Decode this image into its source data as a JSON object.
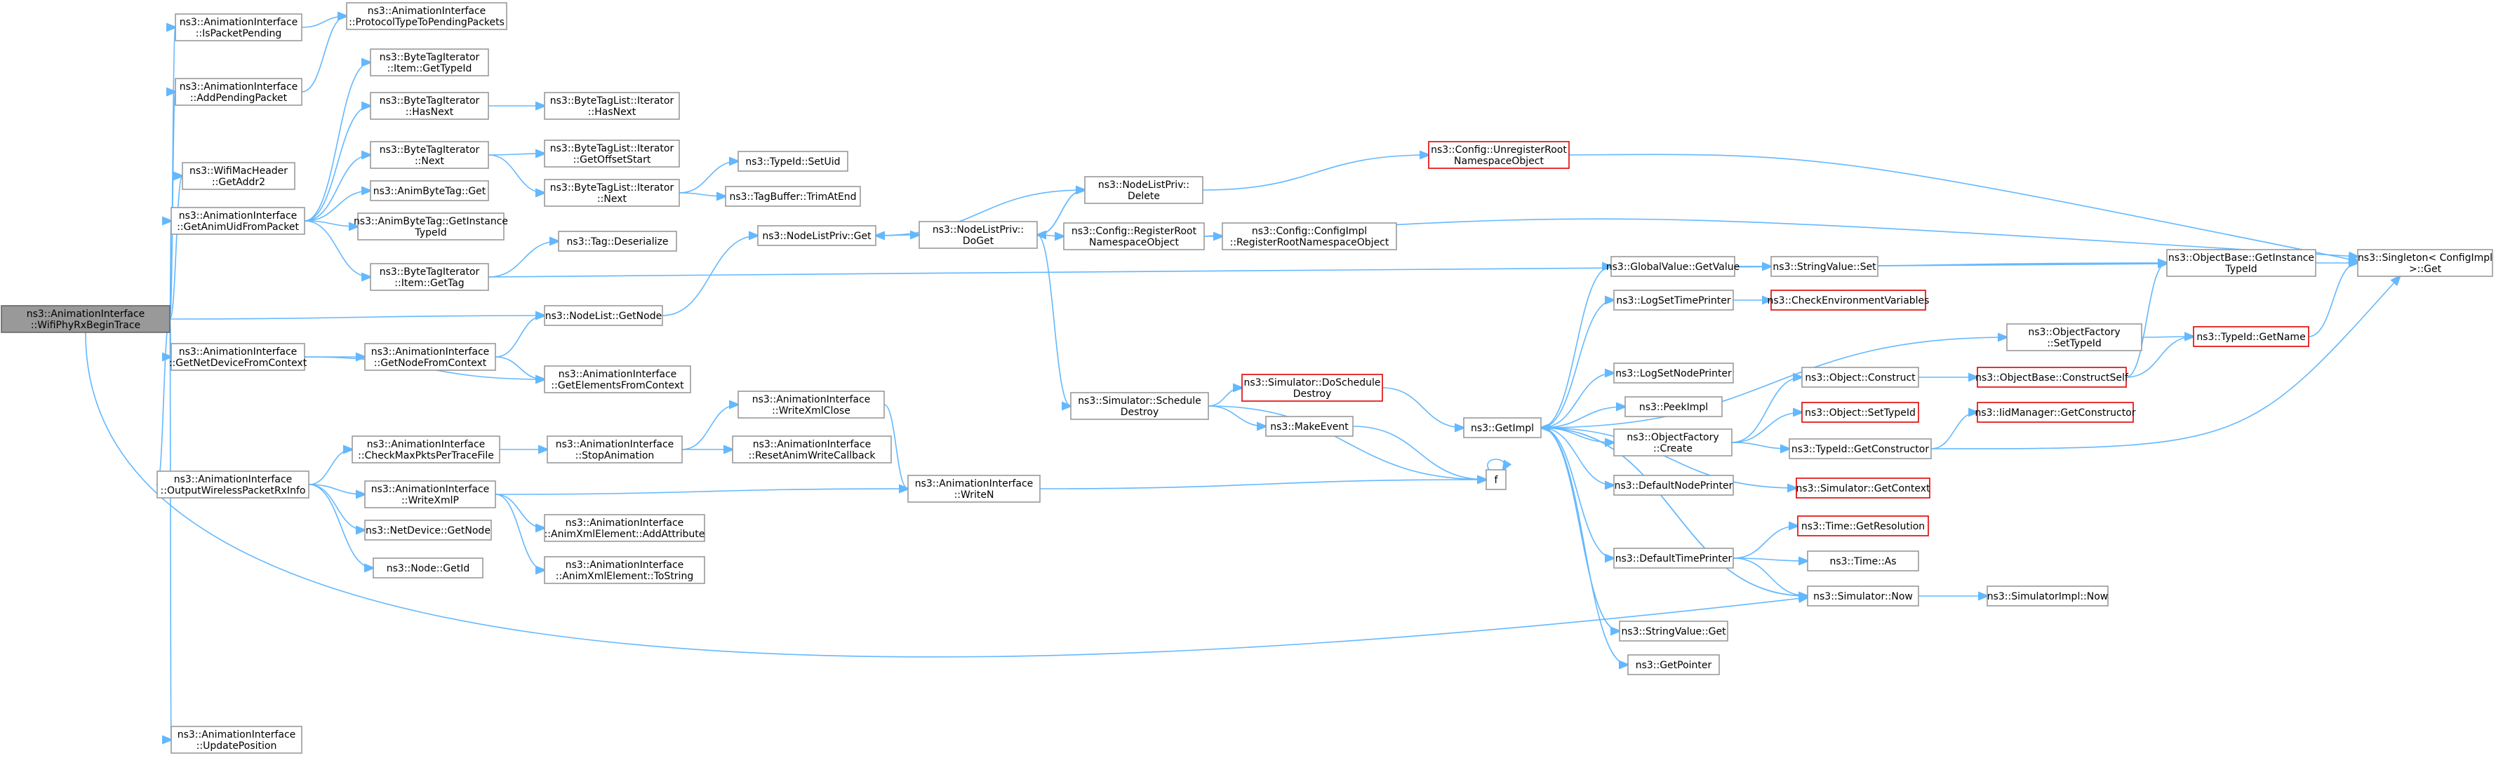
{
  "colors": {
    "edge": "#63b8ff",
    "node_border": "#999999",
    "truncated_border": "#e00000",
    "root_fill": "#999999",
    "node_fill": "#ffffff"
  },
  "nodes": [
    {
      "id": "root",
      "lines": [
        "ns3::AnimationInterface",
        "::WifiPhyRxBeginTrace"
      ],
      "root": true
    },
    {
      "id": "isPacketPending",
      "lines": [
        "ns3::AnimationInterface",
        "::IsPacketPending"
      ]
    },
    {
      "id": "protoPending",
      "lines": [
        "ns3::AnimationInterface",
        "::ProtocolTypeToPendingPackets"
      ]
    },
    {
      "id": "addPending",
      "lines": [
        "ns3::AnimationInterface",
        "::AddPendingPacket"
      ]
    },
    {
      "id": "wifiMacGetAddr2",
      "lines": [
        "ns3::WifiMacHeader",
        "::GetAddr2"
      ]
    },
    {
      "id": "getAnimUid",
      "lines": [
        "ns3::AnimationInterface",
        "::GetAnimUidFromPacket"
      ]
    },
    {
      "id": "btiItemGetTypeId",
      "lines": [
        "ns3::ByteTagIterator",
        "::Item::GetTypeId"
      ]
    },
    {
      "id": "btiHasNext",
      "lines": [
        "ns3::ByteTagIterator",
        "::HasNext"
      ]
    },
    {
      "id": "btlIterHasNext",
      "lines": [
        "ns3::ByteTagList::Iterator",
        "::HasNext"
      ]
    },
    {
      "id": "btiNext",
      "lines": [
        "ns3::ByteTagIterator",
        "::Next"
      ]
    },
    {
      "id": "btlIterGetOffset",
      "lines": [
        "ns3::ByteTagList::Iterator",
        "::GetOffsetStart"
      ]
    },
    {
      "id": "btlIterNext",
      "lines": [
        "ns3::ByteTagList::Iterator",
        "::Next"
      ]
    },
    {
      "id": "typeIdSetUid",
      "lines": [
        "ns3::TypeId::SetUid"
      ]
    },
    {
      "id": "tagBufTrim",
      "lines": [
        "ns3::TagBuffer::TrimAtEnd"
      ]
    },
    {
      "id": "animByteTagGet",
      "lines": [
        "ns3::AnimByteTag::Get"
      ]
    },
    {
      "id": "animByteTagGetInst",
      "lines": [
        "ns3::AnimByteTag::GetInstance",
        "TypeId"
      ]
    },
    {
      "id": "tagDeserialize",
      "lines": [
        "ns3::Tag::Deserialize"
      ]
    },
    {
      "id": "btiItemGetTag",
      "lines": [
        "ns3::ByteTagIterator",
        "::Item::GetTag"
      ]
    },
    {
      "id": "nlpGet",
      "lines": [
        "ns3::NodeListPriv::Get"
      ]
    },
    {
      "id": "nlpDelete",
      "lines": [
        "ns3::NodeListPriv::",
        "Delete"
      ]
    },
    {
      "id": "nlpDoGet",
      "lines": [
        "ns3::NodeListPriv::",
        "DoGet"
      ]
    },
    {
      "id": "cfgRegRoot",
      "lines": [
        "ns3::Config::RegisterRoot",
        "NamespaceObject"
      ]
    },
    {
      "id": "cfgImplReg",
      "lines": [
        "ns3::Config::ConfigImpl",
        "::RegisterRootNamespaceObject"
      ]
    },
    {
      "id": "cfgUnreg",
      "lines": [
        "ns3::Config::UnregisterRoot",
        "NamespaceObject"
      ],
      "trunc": true
    },
    {
      "id": "singletonGet",
      "lines": [
        "ns3::Singleton< ConfigImpl",
        ">::Get"
      ]
    },
    {
      "id": "nodeListGetNode",
      "lines": [
        "ns3::NodeList::GetNode"
      ]
    },
    {
      "id": "getNetDev",
      "lines": [
        "ns3::AnimationInterface",
        "::GetNetDeviceFromContext"
      ]
    },
    {
      "id": "getNodeFromCtx",
      "lines": [
        "ns3::AnimationInterface",
        "::GetNodeFromContext"
      ]
    },
    {
      "id": "getElemFromCtx",
      "lines": [
        "ns3::AnimationInterface",
        "::GetElementsFromContext"
      ]
    },
    {
      "id": "outputWireless",
      "lines": [
        "ns3::AnimationInterface",
        "::OutputWirelessPacketRxInfo"
      ]
    },
    {
      "id": "checkMaxPkts",
      "lines": [
        "ns3::AnimationInterface",
        "::CheckMaxPktsPerTraceFile"
      ]
    },
    {
      "id": "stopAnim",
      "lines": [
        "ns3::AnimationInterface",
        "::StopAnimation"
      ]
    },
    {
      "id": "writeXmlClose",
      "lines": [
        "ns3::AnimationInterface",
        "::WriteXmlClose"
      ]
    },
    {
      "id": "resetAnimWrite",
      "lines": [
        "ns3::AnimationInterface",
        "::ResetAnimWriteCallback"
      ]
    },
    {
      "id": "writeN",
      "lines": [
        "ns3::AnimationInterface",
        "::WriteN"
      ]
    },
    {
      "id": "writeXmlP",
      "lines": [
        "ns3::AnimationInterface",
        "::WriteXmlP"
      ]
    },
    {
      "id": "addAttribute",
      "lines": [
        "ns3::AnimationInterface",
        "::AnimXmlElement::AddAttribute"
      ]
    },
    {
      "id": "toString",
      "lines": [
        "ns3::AnimationInterface",
        "::AnimXmlElement::ToString"
      ]
    },
    {
      "id": "netDevGetNode",
      "lines": [
        "ns3::NetDevice::GetNode"
      ]
    },
    {
      "id": "nodeGetId",
      "lines": [
        "ns3::Node::GetId"
      ]
    },
    {
      "id": "updatePosition",
      "lines": [
        "ns3::AnimationInterface",
        "::UpdatePosition"
      ]
    },
    {
      "id": "simSchedDestroy",
      "lines": [
        "ns3::Simulator::Schedule",
        "Destroy"
      ]
    },
    {
      "id": "simDoSchedDestroy",
      "lines": [
        "ns3::Simulator::DoSchedule",
        "Destroy"
      ],
      "trunc": true
    },
    {
      "id": "makeEvent",
      "lines": [
        "ns3::MakeEvent"
      ]
    },
    {
      "id": "f",
      "lines": [
        "f"
      ]
    },
    {
      "id": "getImpl",
      "lines": [
        "ns3::GetImpl"
      ]
    },
    {
      "id": "gvGetValue",
      "lines": [
        "ns3::GlobalValue::GetValue"
      ]
    },
    {
      "id": "svSet",
      "lines": [
        "ns3::StringValue::Set"
      ]
    },
    {
      "id": "logSetTime",
      "lines": [
        "ns3::LogSetTimePrinter"
      ]
    },
    {
      "id": "checkEnv",
      "lines": [
        "ns3::CheckEnvironmentVariables"
      ],
      "trunc": true
    },
    {
      "id": "logSetNode",
      "lines": [
        "ns3::LogSetNodePrinter"
      ]
    },
    {
      "id": "peekImpl",
      "lines": [
        "ns3::PeekImpl"
      ]
    },
    {
      "id": "objFactCreate",
      "lines": [
        "ns3::ObjectFactory",
        "::Create"
      ]
    },
    {
      "id": "defNodePrinter",
      "lines": [
        "ns3::DefaultNodePrinter"
      ]
    },
    {
      "id": "defTimePrinter",
      "lines": [
        "ns3::DefaultTimePrinter"
      ]
    },
    {
      "id": "svGet",
      "lines": [
        "ns3::StringValue::Get"
      ]
    },
    {
      "id": "getPointer",
      "lines": [
        "ns3::GetPointer"
      ]
    },
    {
      "id": "objFactSetTypeId",
      "lines": [
        "ns3::ObjectFactory",
        "::SetTypeId"
      ]
    },
    {
      "id": "objBaseGetInst",
      "lines": [
        "ns3::ObjectBase::GetInstance",
        "TypeId"
      ]
    },
    {
      "id": "typeIdGetName",
      "lines": [
        "ns3::TypeId::GetName"
      ],
      "trunc": true
    },
    {
      "id": "objConstruct",
      "lines": [
        "ns3::Object::Construct"
      ]
    },
    {
      "id": "objBaseConstructSelf",
      "lines": [
        "ns3::ObjectBase::ConstructSelf"
      ],
      "trunc": true
    },
    {
      "id": "objSetTypeId",
      "lines": [
        "ns3::Object::SetTypeId"
      ],
      "trunc": true
    },
    {
      "id": "typeIdGetCtor",
      "lines": [
        "ns3::TypeId::GetConstructor"
      ]
    },
    {
      "id": "iidMgrGetCtor",
      "lines": [
        "ns3::IidManager::GetConstructor"
      ],
      "trunc": true
    },
    {
      "id": "simGetContext",
      "lines": [
        "ns3::Simulator::GetContext"
      ],
      "trunc": true
    },
    {
      "id": "timeGetRes",
      "lines": [
        "ns3::Time::GetResolution"
      ],
      "trunc": true
    },
    {
      "id": "timeAs",
      "lines": [
        "ns3::Time::As"
      ]
    },
    {
      "id": "simNow",
      "lines": [
        "ns3::Simulator::Now"
      ]
    },
    {
      "id": "simImplNow",
      "lines": [
        "ns3::SimulatorImpl::Now"
      ]
    }
  ]
}
